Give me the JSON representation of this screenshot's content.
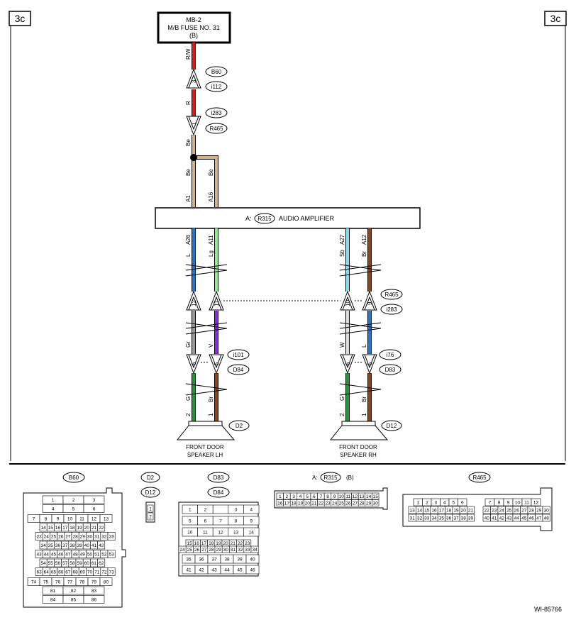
{
  "page_tag": "3c",
  "diagram_id": "WI-85766",
  "fuse": {
    "line1": "MB-2",
    "line2": "M/B FUSE NO. 31",
    "line3": "(B)"
  },
  "amplifier": {
    "prefix": "A:",
    "ref": "R315",
    "name": "AUDIO AMPLIFIER"
  },
  "wire_labels": {
    "rw": "R/W",
    "r": "R",
    "be1": "Be",
    "be2": "Be",
    "be3": "Be",
    "l_top": "L",
    "lg_top": "Lg",
    "sb_top": "Sb",
    "br_top": "Br",
    "gr": "Gr",
    "v": "V",
    "w": "W",
    "l_mid": "L",
    "g_lh": "G",
    "br_lh": "Br",
    "g_rh": "G",
    "br_rh": "Br"
  },
  "pins": {
    "a1": "A1",
    "a16": "A16",
    "a26": "A26",
    "a11": "A11",
    "a27": "A27",
    "a12": "A12",
    "p3": "3",
    "p1": "1",
    "p12": "12",
    "p11": "11",
    "p10": "10",
    "p9": "9",
    "p6a": "6",
    "p5a": "5",
    "p6b": "6",
    "p5b": "5",
    "s2a": "2",
    "s1a": "1",
    "s2b": "2",
    "s1b": "1"
  },
  "connectors": {
    "b60": "B60",
    "i112": "i112",
    "i283a": "i283",
    "r465a": "R465",
    "r465b": "R465",
    "i283b": "i283",
    "i101": "i101",
    "d84a": "D84",
    "i76": "i76",
    "d83a": "D83",
    "d2a": "D2",
    "d12a": "D12"
  },
  "speakers": {
    "lh_line1": "FRONT DOOR",
    "lh_line2": "SPEAKER LH",
    "rh_line1": "FRONT DOOR",
    "rh_line2": "SPEAKER RH"
  },
  "faces": {
    "b60": {
      "title": "B60",
      "rows": [
        [
          "1",
          "2",
          "3"
        ],
        [
          "4",
          "5",
          "6"
        ],
        [
          "7",
          "8",
          "9",
          "10",
          "11",
          "12",
          "13"
        ],
        [
          "14",
          "15",
          "16",
          "17",
          "18",
          "19",
          "20",
          "21",
          "22"
        ],
        [
          "23",
          "24",
          "25",
          "26",
          "27",
          "28",
          "29",
          "30",
          "31",
          "32",
          "33"
        ],
        [
          "34",
          "35",
          "36",
          "37",
          "38",
          "39",
          "40",
          "41",
          "42"
        ],
        [
          "43",
          "44",
          "45",
          "46",
          "47",
          "48",
          "49",
          "50",
          "51",
          "52",
          "53"
        ],
        [
          "54",
          "55",
          "56",
          "57",
          "58",
          "59",
          "60",
          "61",
          "62"
        ],
        [
          "63",
          "64",
          "65",
          "66",
          "67",
          "68",
          "69",
          "70",
          "71",
          "72",
          "73"
        ],
        [
          "74",
          "75",
          "76",
          "77",
          "78",
          "79",
          "80"
        ],
        [
          "81",
          "82",
          "83"
        ],
        [
          "84",
          "85",
          "86"
        ]
      ]
    },
    "d2": {
      "title1": "D2",
      "title2": "D12",
      "rows": [
        [
          "1"
        ],
        [
          "2"
        ]
      ]
    },
    "d83": {
      "title1": "D83",
      "title2": "D84",
      "rows": [
        [
          "1",
          "2",
          "",
          "3",
          "4"
        ],
        [
          "5",
          "6",
          "7",
          "8",
          "9"
        ],
        [
          "10",
          "11",
          "12",
          "13",
          "14"
        ],
        [
          "15",
          "16",
          "17",
          "18",
          "19",
          "20",
          "21",
          "22",
          "23"
        ],
        [
          "24",
          "25",
          "26",
          "27",
          "28",
          "29",
          "30",
          "31",
          "32",
          "33",
          "34"
        ],
        [
          "35",
          "36",
          "37",
          "38",
          "39",
          "40"
        ],
        [
          "41",
          "42",
          "43",
          "44",
          "45",
          "46"
        ]
      ]
    },
    "r315": {
      "prefix": "A:",
      "ref": "R315",
      "suffix": "(B)",
      "rows": [
        [
          "1",
          "2",
          "3",
          "4",
          "5",
          "6",
          "7",
          "8",
          "9",
          "10",
          "11",
          "12",
          "13",
          "14",
          "15"
        ],
        [
          "16",
          "17",
          "18",
          "19",
          "20",
          "21",
          "22",
          "23",
          "24",
          "25",
          "26",
          "27",
          "28",
          "29",
          "30"
        ]
      ]
    },
    "r465": {
      "title": "R465",
      "left_rows": [
        [
          "1",
          "2",
          "3",
          "4",
          "5",
          "6"
        ],
        [
          "13",
          "14",
          "15",
          "16",
          "17",
          "18",
          "19",
          "20",
          "21"
        ],
        [
          "31",
          "32",
          "33",
          "34",
          "35",
          "36",
          "37",
          "38",
          "39"
        ]
      ],
      "right_rows": [
        [
          "7",
          "8",
          "9",
          "10",
          "11",
          "12"
        ],
        [
          "22",
          "23",
          "24",
          "25",
          "26",
          "27",
          "28",
          "29",
          "30"
        ],
        [
          "40",
          "41",
          "42",
          "43",
          "44",
          "45",
          "46",
          "47",
          "48"
        ]
      ]
    }
  },
  "colors": {
    "rw": "#e0191a",
    "r": "#e0191a",
    "be": "#d2b48c",
    "l": "#1f78d1",
    "lg": "#90ee90",
    "sb": "#7fe0f0",
    "br": "#8b4513",
    "v": "#8a2be2",
    "g": "#1a9a3a",
    "gr": "#999999",
    "w": "#dddddd"
  }
}
